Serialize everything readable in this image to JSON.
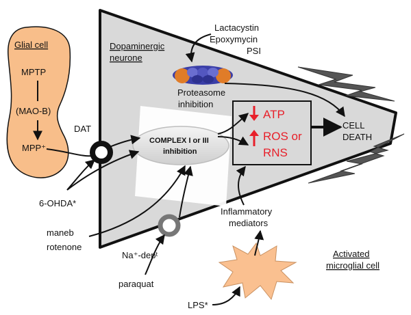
{
  "glial": {
    "title": "Glial cell",
    "mptp": "MPTP",
    "maob": "(MAO-B)",
    "mpp": "MPP⁺"
  },
  "neuron": {
    "title_line1": "Dopaminergic",
    "title_line2": "neurone"
  },
  "inhibitors": {
    "line1": "Lactacystin",
    "line2": "Epoxymycin",
    "line3": "PSI"
  },
  "proteasome": {
    "line1": "Proteasome",
    "line2": "inhibition"
  },
  "complex": {
    "line1": "COMPLEX I or III",
    "line2": "inhibition"
  },
  "effects": {
    "atp": "ATP",
    "ros_line1": "ROS or",
    "ros_line2": "RNS"
  },
  "outcome": {
    "line1": "CELL",
    "line2": "DEATH"
  },
  "transporters": {
    "dat": "DAT",
    "na": "Na⁺-depᵗ"
  },
  "toxins": {
    "ohda": "6-OHDA*",
    "maneb": "maneb",
    "rotenone": "rotenone",
    "paraquat": "paraquat",
    "lps": "LPS*"
  },
  "inflammatory": {
    "line1": "Inflammatory",
    "line2": "mediators"
  },
  "microglia": {
    "line1": "Activated",
    "line2": "microglial cell"
  },
  "colors": {
    "glial_fill": "#F8BE8A",
    "neuron_fill": "#D9D9D9",
    "red": "#E8202A",
    "burst_fill": "#FAC090"
  }
}
